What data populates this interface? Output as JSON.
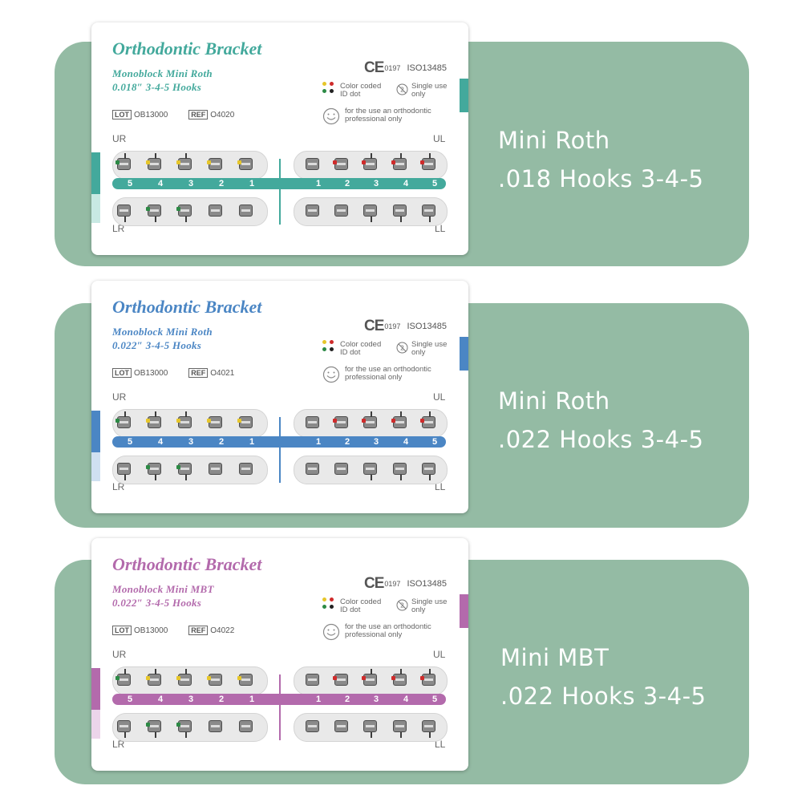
{
  "products": [
    {
      "name_line1": "Mini Roth",
      "name_line2": ".018 Hooks 3-4-5",
      "accent": "#43a99c",
      "stripe_light": "#c8e9e3",
      "card": {
        "title": "Orthodontic Bracket",
        "subtitle1": "Monoblock Mini Roth",
        "subtitle2": "0.018″  3-4-5  Hooks",
        "lot_label": "LOT",
        "lot": "OB13000",
        "ref_label": "REF",
        "ref": "O4020",
        "ce": "CE",
        "ce_num": "0197",
        "iso": "ISO13485",
        "color_coded": "Color coded",
        "id_dot": "ID dot",
        "single_use": "Single use",
        "only": "only",
        "professional1": "for the use an orthodontic",
        "professional2": "professional only",
        "UR": "UR",
        "UL": "UL",
        "LR": "LR",
        "LL": "LL",
        "right_numbers": [
          "5",
          "4",
          "3",
          "2",
          "1"
        ],
        "left_numbers": [
          "1",
          "2",
          "3",
          "4",
          "5"
        ]
      }
    },
    {
      "name_line1": "Mini Roth",
      "name_line2": ".022 Hooks 3-4-5",
      "accent": "#4b86c4",
      "stripe_light": "#cfe0f1",
      "card": {
        "title": "Orthodontic Bracket",
        "subtitle1": "Monoblock Mini Roth",
        "subtitle2": "0.022″  3-4-5  Hooks",
        "lot_label": "LOT",
        "lot": "OB13000",
        "ref_label": "REF",
        "ref": "O4021",
        "ce": "CE",
        "ce_num": "0197",
        "iso": "ISO13485",
        "color_coded": "Color coded",
        "id_dot": "ID dot",
        "single_use": "Single use",
        "only": "only",
        "professional1": "for the use an orthodontic",
        "professional2": "professional only",
        "UR": "UR",
        "UL": "UL",
        "LR": "LR",
        "LL": "LL",
        "right_numbers": [
          "5",
          "4",
          "3",
          "2",
          "1"
        ],
        "left_numbers": [
          "1",
          "2",
          "3",
          "4",
          "5"
        ]
      }
    },
    {
      "name_line1": "Mini MBT",
      "name_line2": ".022 Hooks 3-4-5",
      "accent": "#b36aac",
      "stripe_light": "#ecd5ea",
      "card": {
        "title": "Orthodontic Bracket",
        "subtitle1": "Monoblock Mini MBT",
        "subtitle2": "0.022″  3-4-5  Hooks",
        "lot_label": "LOT",
        "lot": "OB13000",
        "ref_label": "REF",
        "ref": "O4022",
        "ce": "CE",
        "ce_num": "0197",
        "iso": "ISO13485",
        "color_coded": "Color coded",
        "id_dot": "ID dot",
        "single_use": "Single use",
        "only": "only",
        "professional1": "for the use an orthodontic",
        "professional2": "professional only",
        "UR": "UR",
        "UL": "UL",
        "LR": "LR",
        "LL": "LL",
        "right_numbers": [
          "5",
          "4",
          "3",
          "2",
          "1"
        ],
        "left_numbers": [
          "1",
          "2",
          "3",
          "4",
          "5"
        ]
      }
    }
  ],
  "colors": {
    "panel": "#94bba4",
    "id_yellow": "#e6c62a",
    "id_red": "#cf2b2b",
    "id_green": "#2c8a45",
    "id_black": "#222222"
  },
  "icons": [
    "ce-mark",
    "do-not-reuse-icon",
    "smiley-icon",
    "color-id-dots"
  ]
}
